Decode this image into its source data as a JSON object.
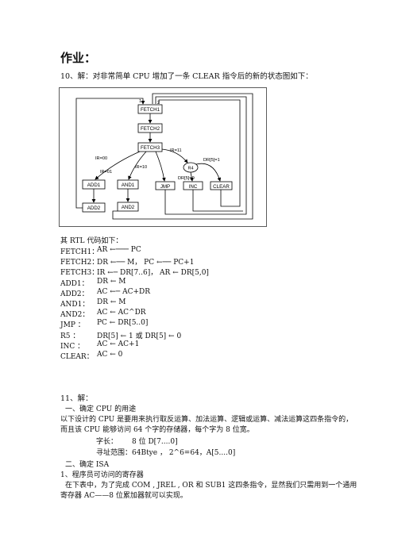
{
  "title": "作业：",
  "q10": {
    "text": "10、解：对非常简单 CPU 增加了一条 CLEAR 指令后的新的状态图如下：",
    "diagram": {
      "states": [
        "FETCH1",
        "FETCH2",
        "FETCH3",
        "ADD1",
        "AND1",
        "JMP",
        "INC",
        "CLEAR",
        "ADD2",
        "AND2"
      ],
      "decision": "R4",
      "edge_labels": [
        "IR=00",
        "IR=01",
        "IR=10",
        "IR=11",
        "DR[5]=1",
        "DR[5]=0"
      ],
      "fetch1_marks": [
        "1",
        "2"
      ]
    }
  },
  "rtl": {
    "intro": "其 RTL 代码如下：",
    "lines": [
      {
        "label": "FETCH1：",
        "expr": "AR ←─── PC"
      },
      {
        "label": "FETCH2：",
        "expr": "DR ←── M， PC ←── PC+1"
      },
      {
        "label": "FETCH3：",
        "expr": "IR ←─ DR[7..6]， AR ← DR[5,0]"
      },
      {
        "label": "ADD1：",
        "expr": "DR ← M"
      },
      {
        "label": "ADD2：",
        "expr": "AC ←─ AC+DR"
      },
      {
        "label": "AND1：",
        "expr": "DR ← M"
      },
      {
        "label": "AND2：",
        "expr": "AC ← AC^DR"
      },
      {
        "label": "JMP ：",
        "expr": "PC ← DR[5..0]"
      },
      {
        "label": "R5  ：",
        "expr": "DR[5] ← 1 或 DR[5] ← 0"
      },
      {
        "label": "INC ：",
        "expr": "AC ← AC+1"
      },
      {
        "label": "CLEAR：",
        "expr": "AC ← 0"
      }
    ]
  },
  "q11": {
    "heading": "11、解：",
    "s1_title": "一、确定 CPU 的用途",
    "s1_p1": "以下设计的 CPU 是要用来执行取反运算、加法运算、逻辑或运算、减法运算这四条指令的，",
    "s1_p2": "而且该 CPU 能够访问 64 个字的存储器，每个字为 8 位宽。",
    "word_len_label": "字长：",
    "word_len_value": "8 位  D[7....0]",
    "addr_label": "寻址范围：",
    "addr_value": "64Btye  ，  2^6=64，A[5....0]",
    "s2_title": "二、确定 ISA",
    "s2_sub": "1、程序员可访问的寄存器",
    "s2_p1": "在下表中，为了完成 COM , JREL , OR  和 SUB1 这四条指令，显然我们只需用到一个通用",
    "s2_p2": "寄存器 AC——8 位累加器就可以实现。"
  }
}
